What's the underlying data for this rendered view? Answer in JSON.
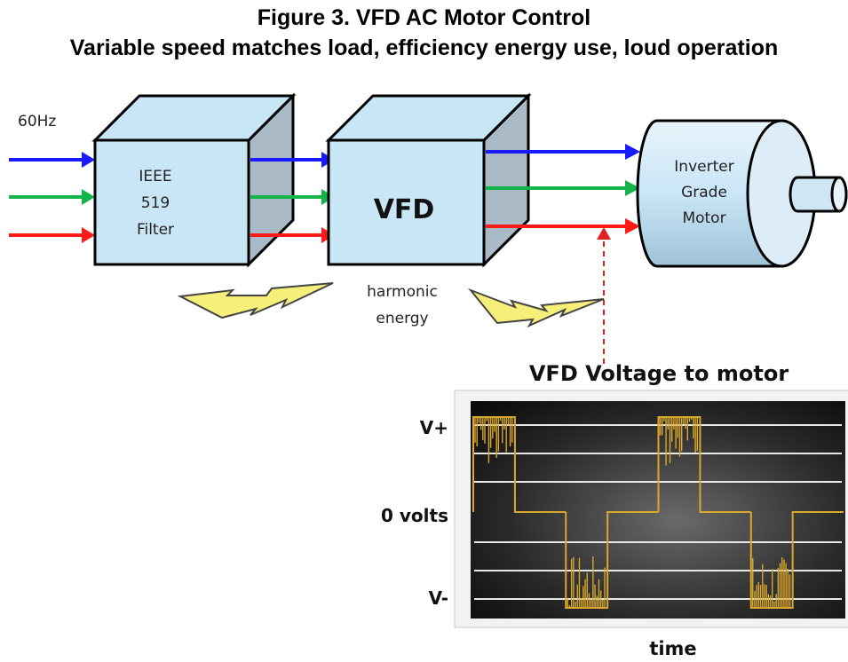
{
  "figure": {
    "title": "Figure 3. VFD AC Motor Control",
    "subtitle": "Variable speed matches load, efficiency energy use, loud operation"
  },
  "diagram": {
    "input_label": "60Hz",
    "filter_lines": [
      "IEEE",
      "519",
      "Filter"
    ],
    "vfd_label": "VFD",
    "motor_lines": [
      "Inverter",
      "Grade",
      "Motor"
    ],
    "harmonic_lines": [
      "harmonic",
      "energy"
    ],
    "phase_colors": [
      "#1a1aff",
      "#13b54a",
      "#ff1a1a"
    ],
    "box_face_color": "#c9e6f7",
    "box_side_color": "#a9b9c6",
    "bolt_color": "#f6f07a"
  },
  "waveform": {
    "title": "VFD Voltage to motor",
    "y_labels": [
      "V+",
      "0 volts",
      "V-"
    ],
    "x_label": "time",
    "pulse_color": "#d9a82c",
    "pulse_sequence": [
      "positive",
      "negative",
      "positive",
      "negative"
    ]
  }
}
